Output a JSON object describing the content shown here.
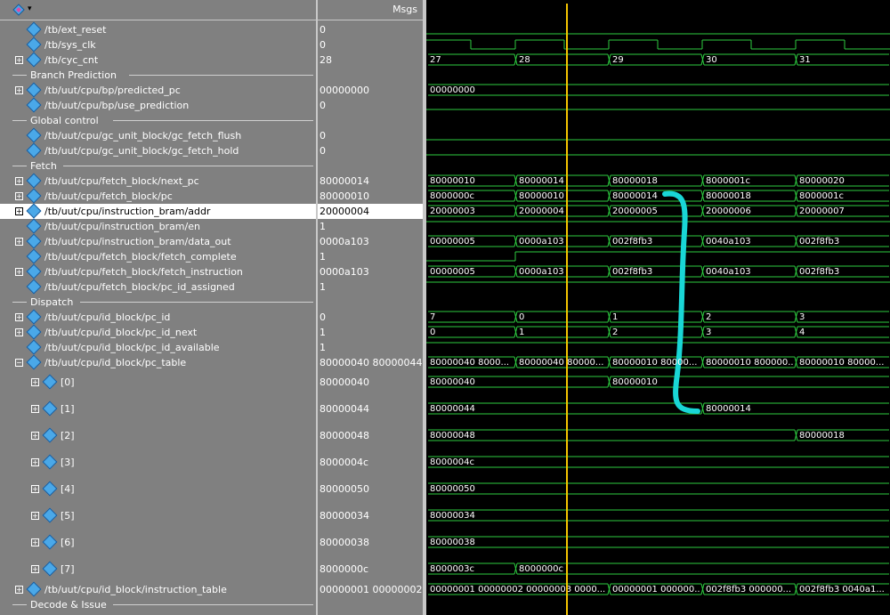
{
  "header": {
    "msgs_label": "Msgs"
  },
  "rows": [
    {
      "kind": "sig",
      "name": "/tb/ext_reset",
      "value": "0",
      "expand": false
    },
    {
      "kind": "sig",
      "name": "/tb/sys_clk",
      "value": "0",
      "expand": false
    },
    {
      "kind": "sig",
      "name": "/tb/cyc_cnt",
      "value": "28",
      "expand": true
    },
    {
      "kind": "grp",
      "name": "Branch Prediction"
    },
    {
      "kind": "sig",
      "name": "/tb/uut/cpu/bp/predicted_pc",
      "value": "00000000",
      "expand": true
    },
    {
      "kind": "sig",
      "name": "/tb/uut/cpu/bp/use_prediction",
      "value": "0",
      "expand": false
    },
    {
      "kind": "grp",
      "name": "Global control"
    },
    {
      "kind": "sig",
      "name": "/tb/uut/cpu/gc_unit_block/gc_fetch_flush",
      "value": "0",
      "expand": false
    },
    {
      "kind": "sig",
      "name": "/tb/uut/cpu/gc_unit_block/gc_fetch_hold",
      "value": "0",
      "expand": false
    },
    {
      "kind": "grp",
      "name": "Fetch"
    },
    {
      "kind": "sig",
      "name": "/tb/uut/cpu/fetch_block/next_pc",
      "value": "80000014",
      "expand": true
    },
    {
      "kind": "sig",
      "name": "/tb/uut/cpu/fetch_block/pc",
      "value": "80000010",
      "expand": true
    },
    {
      "kind": "sig",
      "name": "/tb/uut/cpu/instruction_bram/addr",
      "value": "20000004",
      "expand": true,
      "selected": true
    },
    {
      "kind": "sig",
      "name": "/tb/uut/cpu/instruction_bram/en",
      "value": "1",
      "expand": false
    },
    {
      "kind": "sig",
      "name": "/tb/uut/cpu/instruction_bram/data_out",
      "value": "0000a103",
      "expand": true
    },
    {
      "kind": "sig",
      "name": "/tb/uut/cpu/fetch_block/fetch_complete",
      "value": "1",
      "expand": false
    },
    {
      "kind": "sig",
      "name": "/tb/uut/cpu/fetch_block/fetch_instruction",
      "value": "0000a103",
      "expand": true
    },
    {
      "kind": "sig",
      "name": "/tb/uut/cpu/fetch_block/pc_id_assigned",
      "value": "1",
      "expand": false
    },
    {
      "kind": "grp",
      "name": "Dispatch"
    },
    {
      "kind": "sig",
      "name": "/tb/uut/cpu/id_block/pc_id",
      "value": "0",
      "expand": true
    },
    {
      "kind": "sig",
      "name": "/tb/uut/cpu/id_block/pc_id_next",
      "value": "1",
      "expand": true
    },
    {
      "kind": "sig",
      "name": "/tb/uut/cpu/id_block/pc_id_available",
      "value": "1",
      "expand": false
    },
    {
      "kind": "sig",
      "name": "/tb/uut/cpu/id_block/pc_table",
      "value": "80000040 80000044...",
      "expand": "open"
    }
  ],
  "pc_table_items": [
    {
      "name": "[0]",
      "value": "80000040"
    },
    {
      "name": "[1]",
      "value": "80000044"
    },
    {
      "name": "[2]",
      "value": "80000048"
    },
    {
      "name": "[3]",
      "value": "8000004c"
    },
    {
      "name": "[4]",
      "value": "80000050"
    },
    {
      "name": "[5]",
      "value": "80000034"
    },
    {
      "name": "[6]",
      "value": "80000038"
    },
    {
      "name": "[7]",
      "value": "8000000c"
    }
  ],
  "tail_rows": [
    {
      "kind": "sig",
      "name": "/tb/uut/cpu/id_block/instruction_table",
      "value": "00000001 00000002...",
      "expand": true
    },
    {
      "kind": "grp",
      "name": "Decode & Issue"
    }
  ],
  "waves": {
    "cyc_cnt": [
      "27",
      "28",
      "29",
      "30",
      "31"
    ],
    "predicted_pc": [
      "00000000"
    ],
    "next_pc": [
      "80000010",
      "80000014",
      "80000018",
      "8000001c",
      "80000020"
    ],
    "pc": [
      "8000000c",
      "80000010",
      "80000014",
      "80000018",
      "8000001c"
    ],
    "addr": [
      "20000003",
      "20000004",
      "20000005",
      "20000006",
      "20000007"
    ],
    "data_out": [
      "00000005",
      "0000a103",
      "002f8fb3",
      "0040a103",
      "002f8fb3"
    ],
    "fetch_instruction": [
      "00000005",
      "0000a103",
      "002f8fb3",
      "0040a103",
      "002f8fb3"
    ],
    "pc_id": [
      "7",
      "0",
      "1",
      "2",
      "3"
    ],
    "pc_id_next": [
      "0",
      "1",
      "2",
      "3",
      "4"
    ],
    "pc_table": [
      "80000040 8000...",
      "80000040 80000...",
      "80000010 80000...",
      "80000010 800000...",
      "80000010 80000..."
    ],
    "pc_table_items": [
      [
        "80000040",
        "80000010"
      ],
      [
        "80000044",
        "80000014"
      ],
      [
        "80000048",
        "80000018"
      ],
      [
        "8000004c"
      ],
      [
        "80000050"
      ],
      [
        "80000034"
      ],
      [
        "80000038"
      ],
      [
        "8000003c",
        "8000000c"
      ]
    ],
    "instruction_table": [
      "00000001 00000002 00000003 0000...",
      "00000001 000000...",
      "002f8fb3 000000...",
      "002f8fb3 0040a1..."
    ]
  },
  "colors": {
    "wave": "#2ecc40",
    "cursor": "#f5c400",
    "annotation": "#19d6d6"
  }
}
